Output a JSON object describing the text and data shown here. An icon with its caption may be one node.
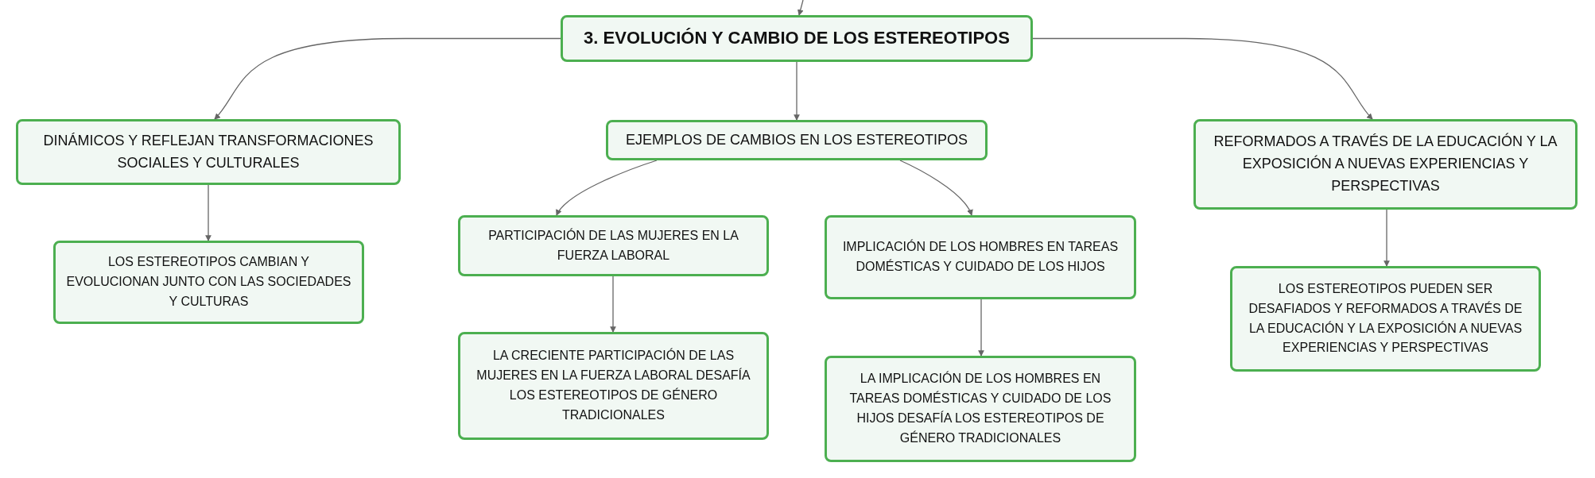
{
  "diagram": {
    "nodes": [
      {
        "text": [
          "3. EVOLUCIÓN Y CAMBIO DE LOS ESTEREOTIPOS"
        ]
      },
      {
        "text": [
          "DINÁMICOS Y REFLEJAN TRANSFORMACIONES SOCIALES Y CULTURALES"
        ]
      },
      {
        "text": [
          "EJEMPLOS DE CAMBIOS EN LOS ESTEREOTIPOS"
        ]
      },
      {
        "text": [
          "REFORMADOS A TRAVÉS DE LA EDUCACIÓN Y LA EXPOSICIÓN A NUEVAS EXPERIENCIAS Y PERSPECTIVAS"
        ]
      },
      {
        "text": [
          "LOS ESTEREOTIPOS CAMBIAN Y EVOLUCIONAN JUNTO CON LAS SOCIEDADES Y CULTURAS"
        ]
      },
      {
        "text": [
          "PARTICIPACIÓN DE LAS MUJERES EN LA FUERZA LABORAL"
        ]
      },
      {
        "text": [
          "IMPLICACIÓN DE LOS HOMBRES EN TAREAS DOMÉSTICAS Y CUIDADO DE LOS HIJOS"
        ]
      },
      {
        "text": [
          "LOS ESTEREOTIPOS PUEDEN SER DESAFIADOS Y REFORMADOS A TRAVÉS DE LA EDUCACIÓN Y LA EXPOSICIÓN A NUEVAS EXPERIENCIAS Y PERSPECTIVAS"
        ]
      },
      {
        "text": [
          "LA CRECIENTE PARTICIPACIÓN DE LAS MUJERES EN LA FUERZA LABORAL DESAFÍA LOS ESTEREOTIPOS DE GÉNERO TRADICIONALES"
        ]
      },
      {
        "text": [
          "LA IMPLICACIÓN DE LOS HOMBRES EN TAREAS DOMÉSTICAS Y CUIDADO DE LOS HIJOS DESAFÍA LOS ESTEREOTIPOS DE GÉNERO TRADICIONALES"
        ]
      }
    ],
    "edges": [
      {
        "from": null,
        "to": 0,
        "arrow": "to"
      },
      {
        "from": 0,
        "to": 1,
        "arrow": "to"
      },
      {
        "from": 0,
        "to": 2,
        "arrow": "to"
      },
      {
        "from": 0,
        "to": 3,
        "arrow": "to"
      },
      {
        "from": 1,
        "to": 4,
        "arrow": "to"
      },
      {
        "from": 2,
        "to": 5,
        "arrow": "to"
      },
      {
        "from": 2,
        "to": 6,
        "arrow": "to"
      },
      {
        "from": 3,
        "to": 7,
        "arrow": "to"
      },
      {
        "from": 5,
        "to": 8,
        "arrow": "to"
      },
      {
        "from": 6,
        "to": 9,
        "arrow": "to"
      }
    ]
  }
}
